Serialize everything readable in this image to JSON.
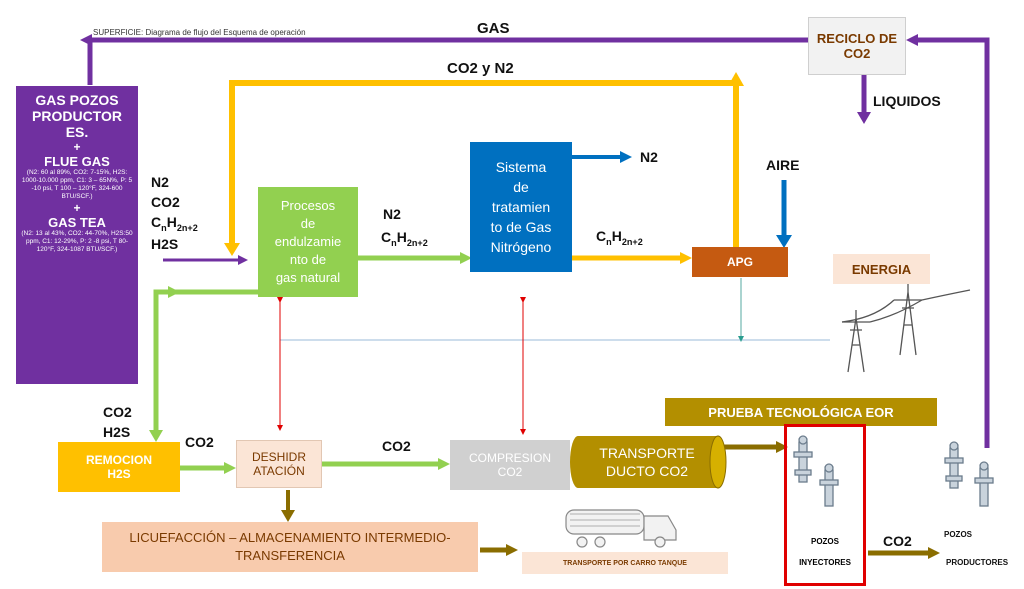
{
  "header": {
    "caption": "SUPERFICIE: Diagrama de flujo del Esquema de operación"
  },
  "flow_labels": {
    "gas": "GAS",
    "co2_n2": "CO2 y N2",
    "liquidos": "LIQUIDOS",
    "aire": "AIRE",
    "n2_top": "N2",
    "n2_mid": "N2",
    "cn_mid": "C",
    "cn_mid_sub": "n",
    "cn_mid_h": "H",
    "cn_mid_hsub": "2n+2",
    "cn_right": "C",
    "cn_right_sub": "n",
    "cn_right_h": "H",
    "cn_right_hsub": "2n+2",
    "left_n2": "N2",
    "left_co2": "CO2",
    "left_c": "C",
    "left_c_sub": "n",
    "left_h": "H",
    "left_h_sub": "2n+2",
    "left_h2s": "H2S",
    "co2_h2s_a": "CO2",
    "co2_h2s_b": "H2S",
    "co2_after_remocion": "CO2",
    "co2_after_deshid": "CO2",
    "co2_bottom": "CO2"
  },
  "boxes": {
    "gas_pozos": {
      "title1": "GAS POZOS",
      "title2": "PRODUCTOR",
      "title3": "ES.",
      "plus1": "+",
      "flue": "FLUE GAS",
      "flue_detail": "(N2: 60 al 89%, CO2: 7-15%, H2S: 1000-10.000 ppm, C1: 3 – 65N%, P: 5 -10 psi, T 100 – 120°F, 324-600 BTU/SCF.)",
      "plus2": "+",
      "tea": "GAS TEA",
      "tea_detail": "(N2: 13 al 43%, CO2: 44-70%, H2S:50 ppm, C1: 12-29%, P: 2 -8 psi, T 80-120°F, 324-1087 BTU/SCF.)"
    },
    "reciclo": {
      "line1": "RECICLO DE",
      "line2": "CO2"
    },
    "procesos": {
      "line1": "Procesos",
      "line2": "de",
      "line3": "endulzamie",
      "line4": "nto de",
      "line5": "gas natural"
    },
    "sistema": {
      "line1": "Sistema",
      "line2": "de",
      "line3": "tratamien",
      "line4": "to de Gas",
      "line5": "Nitrógeno"
    },
    "apg": {
      "label": "APG"
    },
    "energia": {
      "label": "ENERGIA"
    },
    "prueba": {
      "label": "PRUEBA TECNOLÓGICA EOR"
    },
    "remocion": {
      "line1": "REMOCION",
      "line2": "H2S"
    },
    "deshid": {
      "line1": "DESHIDR",
      "line2": "ATACIÓN"
    },
    "compresion": {
      "line1": "COMPRESION",
      "line2": "CO2"
    },
    "transporte_ducto": {
      "line1": "TRANSPORTE",
      "line2": "DUCTO CO2"
    },
    "licuefaccion": {
      "line1": "LICUEFACCIÓN – ALMACENAMIENTO INTERMEDIO-",
      "line2": "TRANSFERENCIA"
    },
    "transporte_carro": {
      "label": "TRANSPORTE POR CARRO TANQUE"
    },
    "pozos_iny": {
      "line1": "POZOS",
      "line2": "INYECTORES"
    },
    "pozos_prod": {
      "line1": "POZOS",
      "line2": "PRODUCTORES"
    }
  },
  "colors": {
    "purple": "#7030a0",
    "yellow": "#ffc000",
    "green": "#92d050",
    "blue": "#0070c0",
    "orange": "#c55a11",
    "peach": "#fbe5d6",
    "olive": "#b38f00",
    "grey": "#d0d0d0",
    "red": "#e00000"
  }
}
